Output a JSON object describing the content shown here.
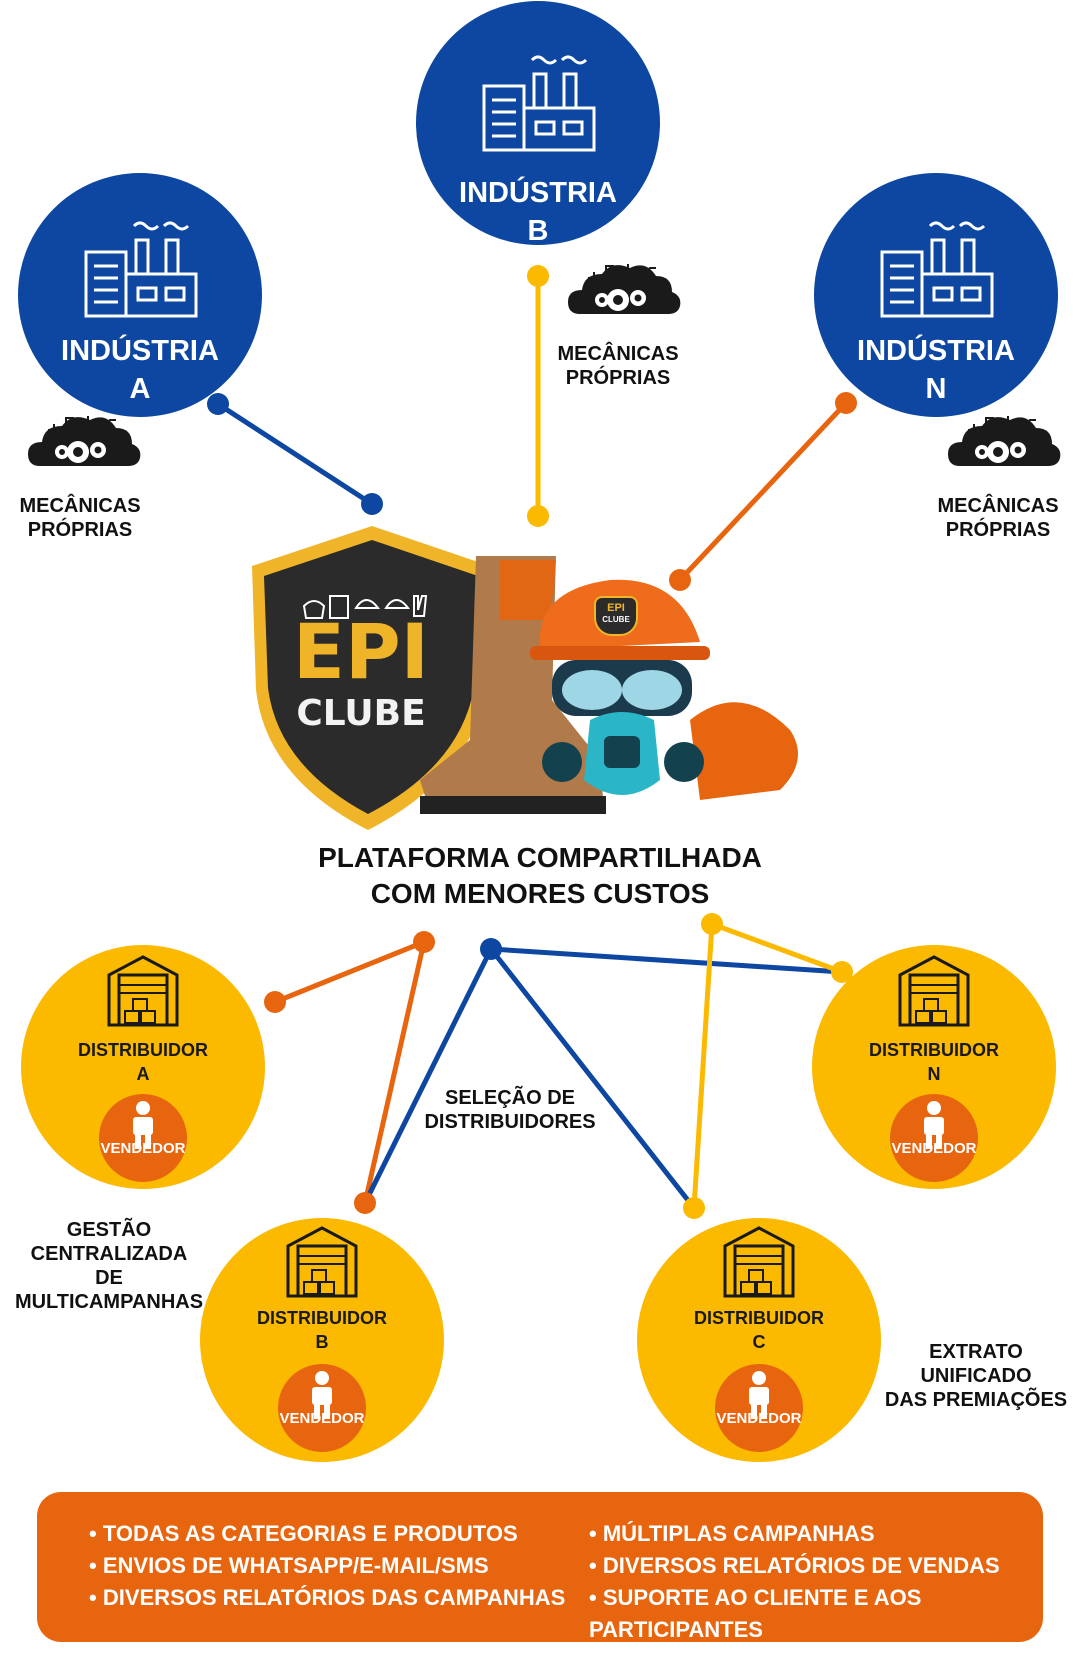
{
  "colors": {
    "blue": "#0d47a1",
    "yellow": "#fbb900",
    "orange": "#e8650f",
    "gold": "#f5c542",
    "dark": "#2b2b2b"
  },
  "industries": [
    {
      "line1": "INDÚSTRIA",
      "line2": "A"
    },
    {
      "line1": "INDÚSTRIA",
      "line2": "B"
    },
    {
      "line1": "INDÚSTRIA",
      "line2": "N"
    }
  ],
  "mechanics": {
    "left": {
      "line1": "MECÂNICAS",
      "line2": "PRÓPRIAS"
    },
    "center": {
      "line1": "MECÂNICAS",
      "line2": "PRÓPRIAS"
    },
    "right": {
      "line1": "MECÂNICAS",
      "line2": "PRÓPRIAS"
    }
  },
  "logo": {
    "top": "EPI",
    "bottom": "CLUBE",
    "badge_top": "EPI",
    "badge_bottom": "CLUBE"
  },
  "platform": {
    "line1": "PLATAFORMA COMPARTILHADA",
    "line2": "COM MENORES CUSTOS"
  },
  "distributors": [
    {
      "line1": "DISTRIBUIDOR",
      "line2": "A",
      "seller": "VENDEDOR"
    },
    {
      "line1": "DISTRIBUIDOR",
      "line2": "B",
      "seller": "VENDEDOR"
    },
    {
      "line1": "DISTRIBUIDOR",
      "line2": "C",
      "seller": "VENDEDOR"
    },
    {
      "line1": "DISTRIBUIDOR",
      "line2": "N",
      "seller": "VENDEDOR"
    }
  ],
  "labels": {
    "selection": {
      "line1": "SELEÇÃO DE",
      "line2": "DISTRIBUIDORES"
    },
    "management": {
      "line1": "GESTÃO CENTRALIZADA",
      "line2": "DE MULTICAMPANHAS"
    },
    "statement": {
      "line1": "EXTRATO UNIFICADO",
      "line2": "DAS PREMIAÇÕES"
    }
  },
  "banner": {
    "left": [
      "TODAS AS CATEGORIAS E PRODUTOS",
      "ENVIOS DE WHATSAPP/E-MAIL/SMS",
      "DIVERSOS RELATÓRIOS DAS CAMPANHAS"
    ],
    "right": [
      "MÚLTIPLAS CAMPANHAS",
      "DIVERSOS RELATÓRIOS DE VENDAS",
      "SUPORTE AO CLIENTE E AOS PARTICIPANTES"
    ]
  }
}
